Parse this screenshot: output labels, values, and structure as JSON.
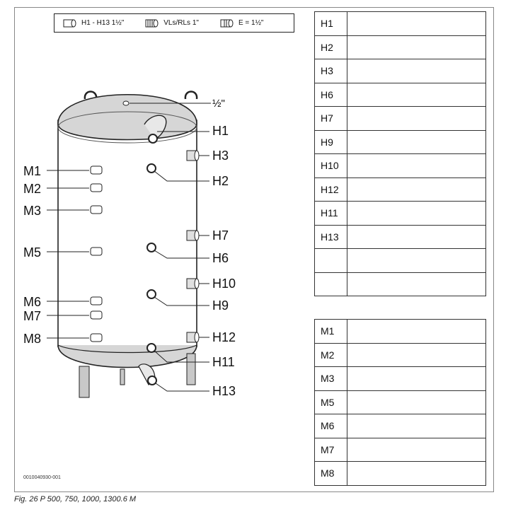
{
  "legend": [
    {
      "icon": "pipe-connection-icon",
      "label": "H1 - H13 1½\""
    },
    {
      "icon": "threaded-connection-icon",
      "label": "VLs/RLs 1\""
    },
    {
      "icon": "drain-connection-icon",
      "label": "E = 1½\""
    }
  ],
  "diagram": {
    "top_fitting_label": "½\"",
    "left_labels": [
      "M1",
      "M2",
      "M3",
      "M5",
      "M6",
      "M7",
      "M8"
    ],
    "right_labels": [
      "H1",
      "H3",
      "H2",
      "H7",
      "H6",
      "H10",
      "H9",
      "H12",
      "H11",
      "H13"
    ]
  },
  "table_h": {
    "rows": [
      {
        "code": "H1",
        "value": ""
      },
      {
        "code": "H2",
        "value": ""
      },
      {
        "code": "H3",
        "value": ""
      },
      {
        "code": "H6",
        "value": ""
      },
      {
        "code": "H7",
        "value": ""
      },
      {
        "code": "H9",
        "value": ""
      },
      {
        "code": "H10",
        "value": ""
      },
      {
        "code": "H12",
        "value": ""
      },
      {
        "code": "H11",
        "value": ""
      },
      {
        "code": "H13",
        "value": ""
      },
      {
        "code": "",
        "value": ""
      },
      {
        "code": "",
        "value": ""
      }
    ]
  },
  "table_m": {
    "rows": [
      {
        "code": "M1",
        "value": ""
      },
      {
        "code": "M2",
        "value": ""
      },
      {
        "code": "M3",
        "value": ""
      },
      {
        "code": "M5",
        "value": ""
      },
      {
        "code": "M6",
        "value": ""
      },
      {
        "code": "M7",
        "value": ""
      },
      {
        "code": "M8",
        "value": ""
      }
    ]
  },
  "figure_id": "0010040930-001",
  "caption": "Fig. 26 P 500, 750, 1000, 1300.6 M"
}
